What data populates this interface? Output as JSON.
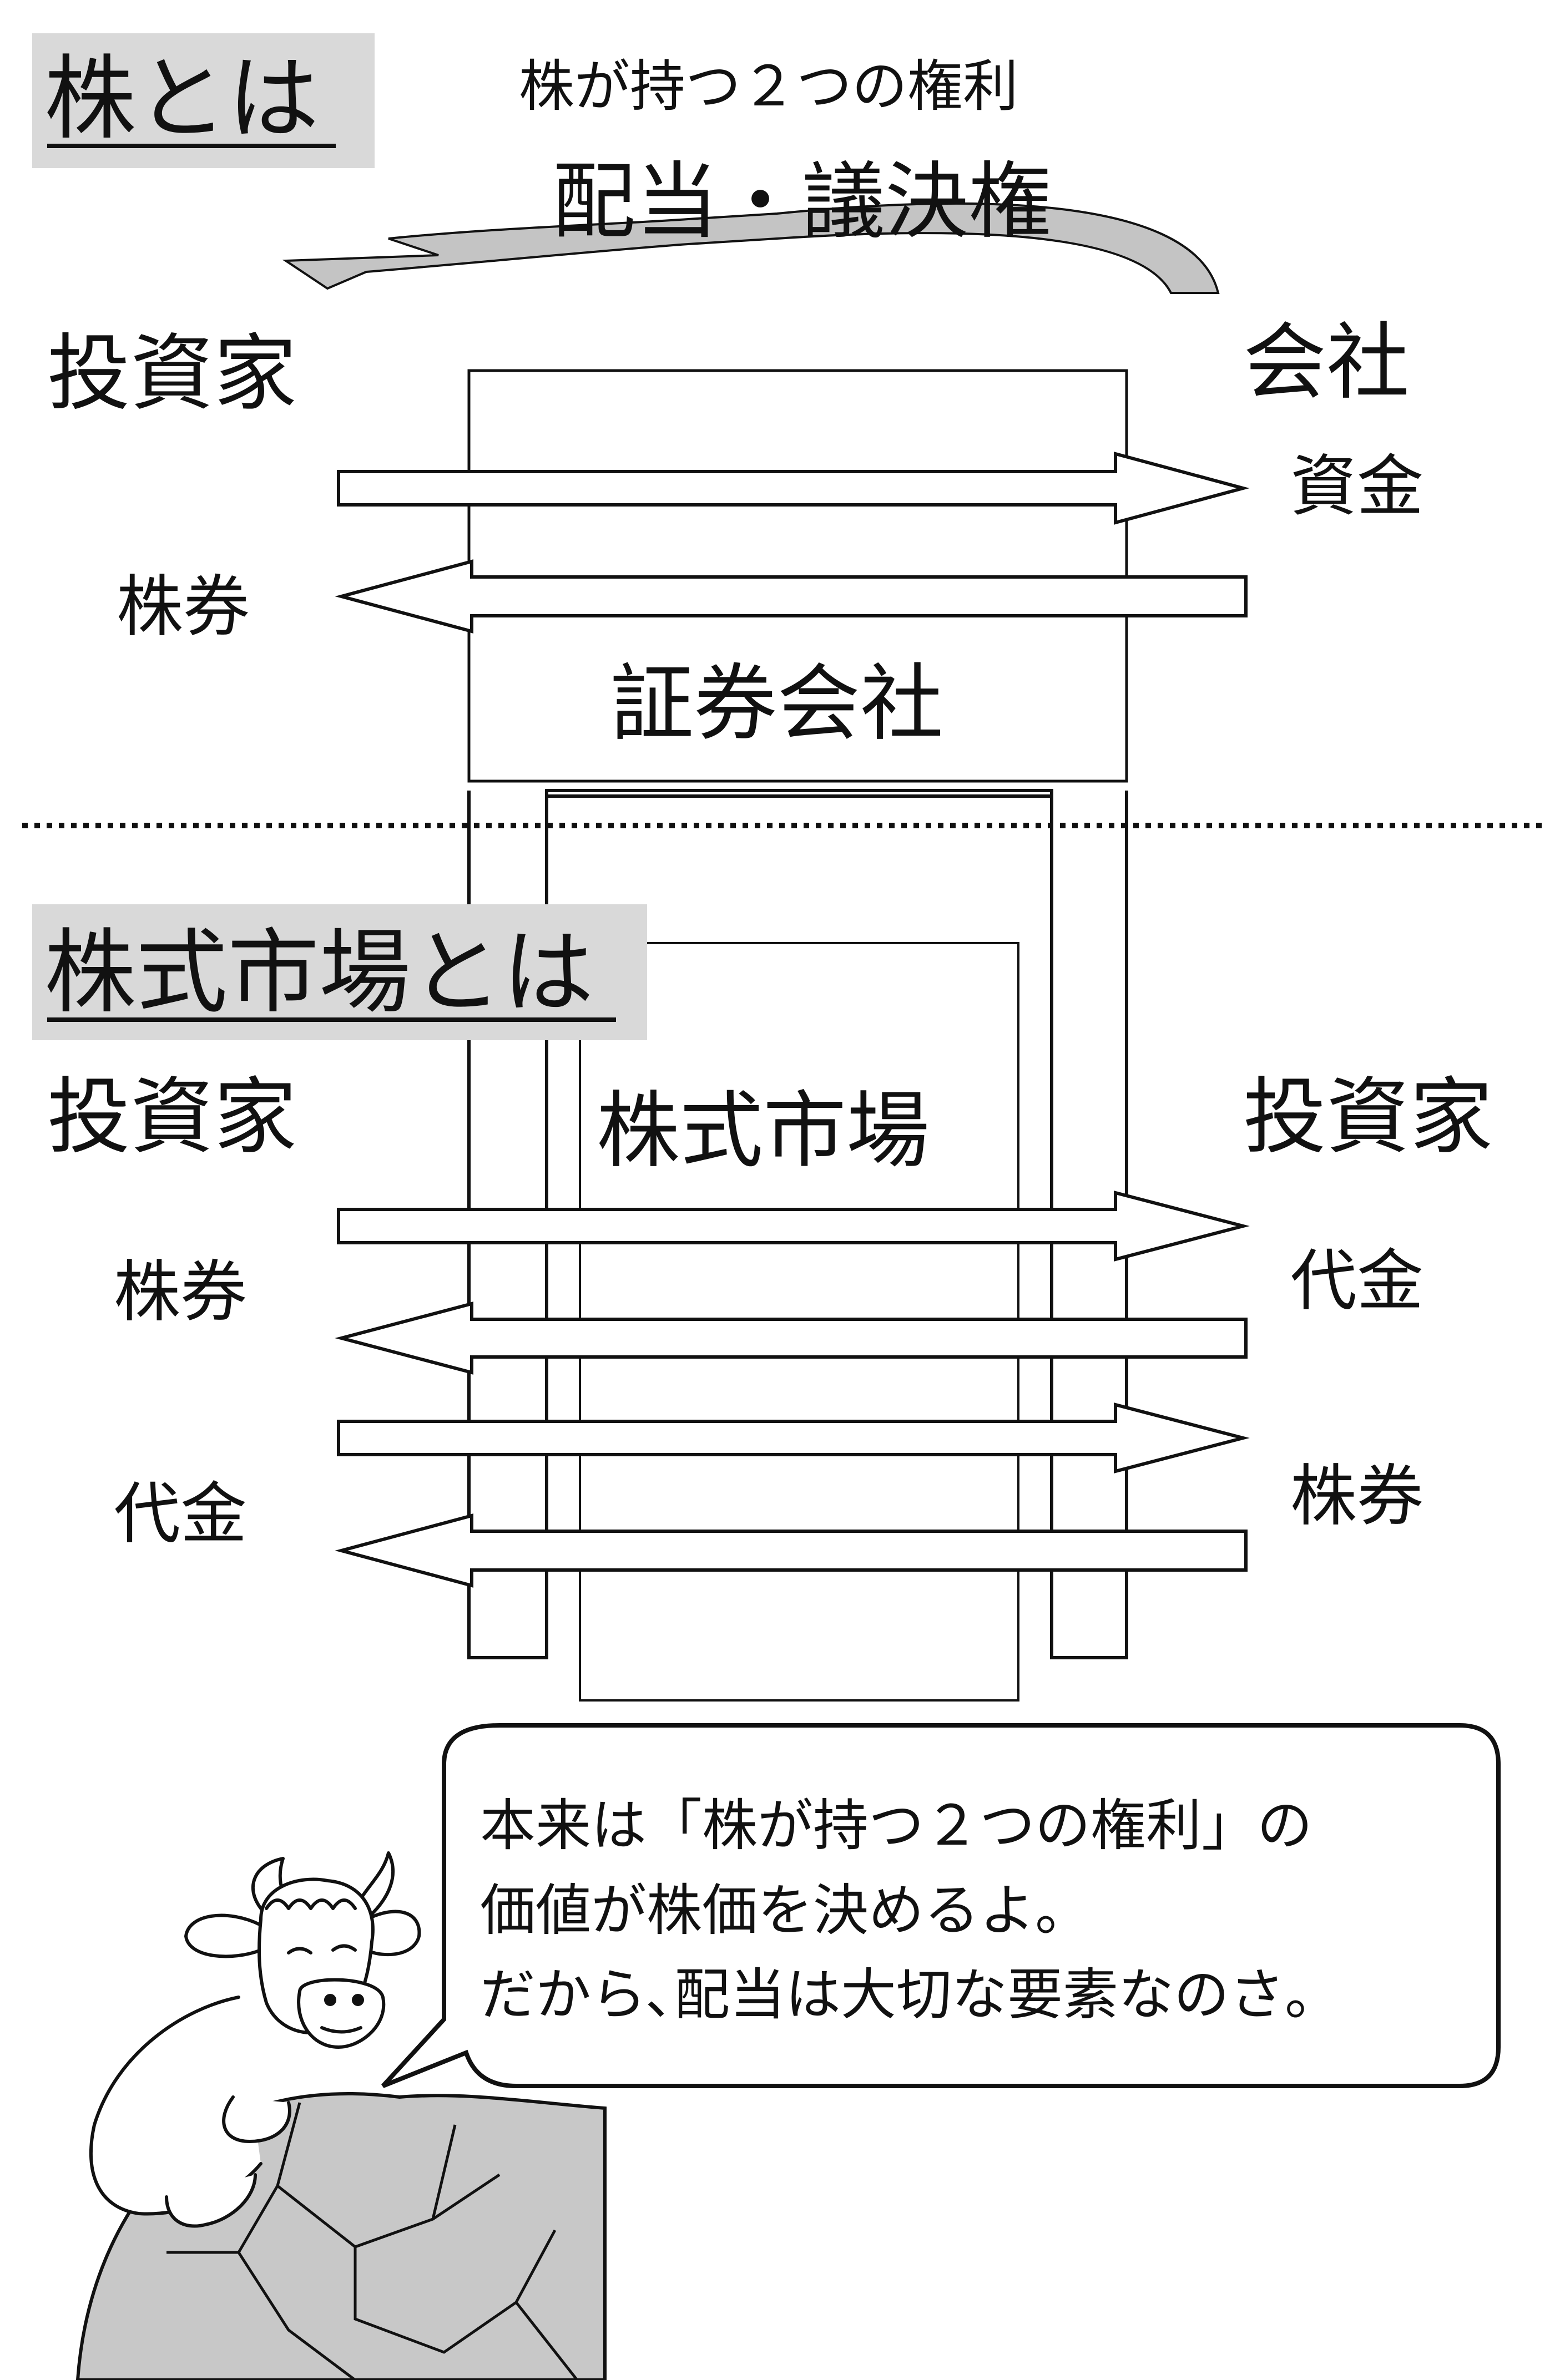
{
  "section_stock": {
    "title": "株とは",
    "rights_caption": "株が持つ２つの権利",
    "rights": "配当・議決権",
    "left_party": "投資家",
    "right_party": "会社",
    "flow_to_right": "資金",
    "flow_to_left": "株券",
    "intermediary": "証券会社"
  },
  "section_market": {
    "title": "株式市場とは",
    "left_party": "投資家",
    "right_party": "投資家",
    "market_label": "株式市場",
    "flows": [
      {
        "left_label": "株券",
        "right_label": "代金"
      },
      {
        "left_label": "代金",
        "right_label": "株券"
      }
    ]
  },
  "speech": {
    "lines": [
      "本来は「株が持つ２つの権利」の",
      "価値が株価を決めるよ。",
      "だから､配当は大切な要素なのさ。"
    ]
  },
  "colors": {
    "title_bg": "#d9d9d9",
    "rock_fill": "#c8c8c8",
    "stroke": "#111111",
    "curve_fill": "#c4c4c4"
  },
  "icons": {
    "mascot": "cow-icon",
    "rock": "rock-icon"
  }
}
